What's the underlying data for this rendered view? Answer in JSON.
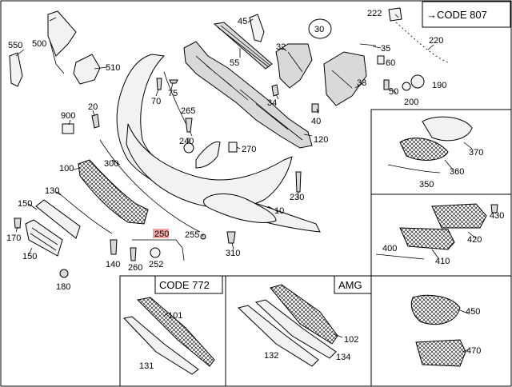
{
  "headers": {
    "code807": "→CODE 807",
    "code772": "CODE 772",
    "amg": "AMG"
  },
  "callouts": {
    "c10": "10",
    "c20": "20",
    "c30": "30",
    "c32": "32",
    "c33": "33",
    "c34": "34",
    "c35": "35",
    "c40": "40",
    "c45": "45",
    "c50": "50",
    "c55": "55",
    "c60": "60",
    "c70": "70",
    "c75": "75",
    "c100": "100",
    "c101": "101",
    "c102": "102",
    "c120": "120",
    "c130": "130",
    "c131": "131",
    "c132": "132",
    "c134": "134",
    "c140": "140",
    "c150a": "150",
    "c150b": "150",
    "c170": "170",
    "c180": "180",
    "c190": "190",
    "c200": "200",
    "c220": "220",
    "c222": "222",
    "c230": "230",
    "c240": "240",
    "c250": "250",
    "c252": "252",
    "c255": "255",
    "c260": "260",
    "c265": "265",
    "c270": "270",
    "c300": "300",
    "c310": "310",
    "c350": "350",
    "c360": "360",
    "c370": "370",
    "c400": "400",
    "c410": "410",
    "c420": "420",
    "c430": "430",
    "c450": "450",
    "c470": "470",
    "c500": "500",
    "c510": "510",
    "c550": "550",
    "c900": "900"
  },
  "highlight_color": "#f4a6a6"
}
